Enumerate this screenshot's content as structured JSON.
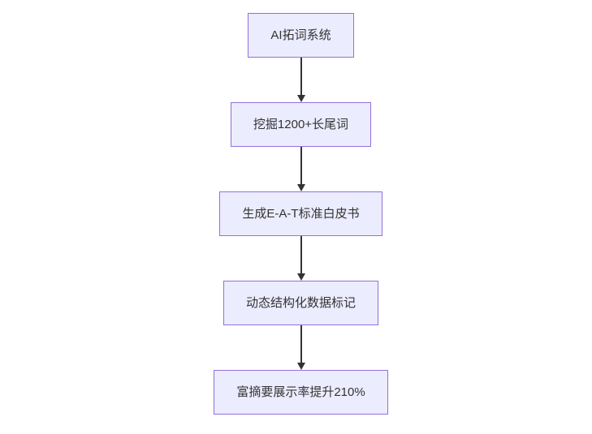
{
  "diagram": {
    "type": "flowchart-vertical",
    "nodes": [
      {
        "id": "n1",
        "label": "AI拓词系统"
      },
      {
        "id": "n2",
        "label": "挖掘1200+长尾词"
      },
      {
        "id": "n3",
        "label": "生成E-A-T标准白皮书"
      },
      {
        "id": "n4",
        "label": "动态结构化数据标记"
      },
      {
        "id": "n5",
        "label": "富摘要展示率提升210%"
      }
    ],
    "edges": [
      {
        "from": "n1",
        "to": "n2"
      },
      {
        "from": "n2",
        "to": "n3"
      },
      {
        "from": "n3",
        "to": "n4"
      },
      {
        "from": "n4",
        "to": "n5"
      }
    ],
    "colors": {
      "node_fill": "#ECECFF",
      "node_border": "#9370DB",
      "node_text": "#333333",
      "arrow": "#333333",
      "background": "#FFFFFF"
    }
  }
}
